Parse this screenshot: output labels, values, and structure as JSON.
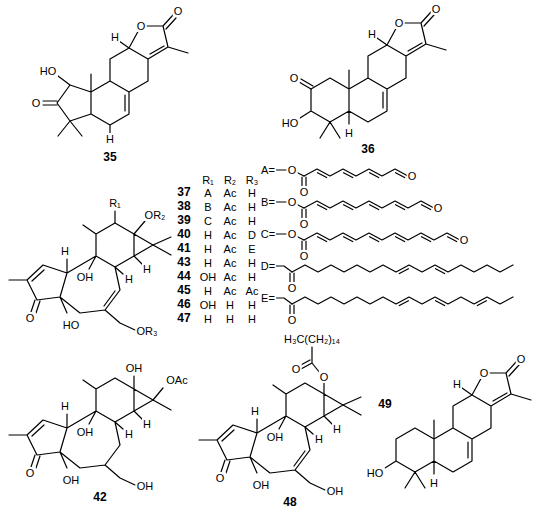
{
  "diagram": {
    "labels": [
      "O",
      "O",
      "H",
      "HO",
      "O",
      "H",
      "35",
      "O",
      "O",
      "H",
      "O",
      "HO",
      "H",
      "36",
      "R₁",
      "R₂",
      "R₃",
      "37",
      "A",
      "Ac",
      "H",
      "38",
      "B",
      "Ac",
      "H",
      "39",
      "C",
      "Ac",
      "H",
      "40",
      "H",
      "Ac",
      "D",
      "41",
      "H",
      "Ac",
      "E",
      "43",
      "H",
      "Ac",
      "H",
      "44",
      "OH",
      "Ac",
      "H",
      "45",
      "H",
      "Ac",
      "Ac",
      "46",
      "OH",
      "H",
      "H",
      "47",
      "H",
      "H",
      "H",
      "A=",
      "O",
      "O",
      "O",
      "B=",
      "O",
      "O",
      "O",
      "C=",
      "O",
      "O",
      "O",
      "D=",
      "O",
      "E=",
      "O",
      "R₁",
      "OR₂",
      "H",
      "OH",
      "H",
      "O",
      "HO",
      "H",
      "OR₃",
      "OH",
      "OAc",
      "H",
      "OH",
      "H",
      "O",
      "OH",
      "H",
      "OH",
      "42",
      "H₃C(CH₂)₁₄",
      "O",
      "O",
      "H",
      "OH",
      "H",
      "H",
      "O",
      "OH",
      "OH",
      "48",
      "O",
      "O",
      "H",
      "HO",
      "H",
      "49"
    ]
  }
}
